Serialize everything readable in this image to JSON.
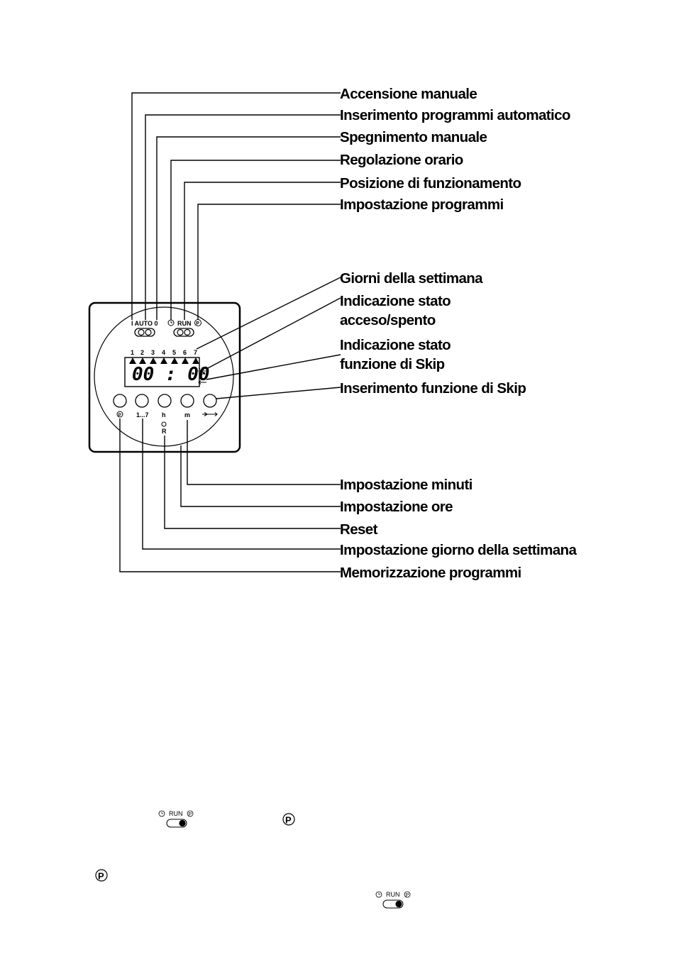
{
  "callouts_top": [
    "Accensione manuale",
    "Inserimento programmi automatico",
    "Spegnimento manuale",
    "Regolazione orario",
    "Posizione di funzionamento",
    "Impostazione programmi"
  ],
  "callouts_right": {
    "giorni": "Giorni della settimana",
    "stato_line1": "Indicazione stato",
    "stato_line2": "acceso/spento",
    "skip_line1": "Indicazione stato",
    "skip_line2": "funzione di Skip",
    "skip_insert": "Inserimento funzione di Skip"
  },
  "callouts_bottom": [
    "Impostazione minuti",
    "Impostazione ore",
    "Reset",
    "Impostazione giorno della settimana",
    "Memorizzazione programmi"
  ],
  "device": {
    "switch1_label": "I AUTO 0",
    "switch2_run": "RUN",
    "days": [
      "1",
      "2",
      "3",
      "4",
      "5",
      "6",
      "7"
    ],
    "display_time": "00 : 00",
    "btn_labels": [
      "1...7",
      "h",
      "m"
    ],
    "reset_label": "R"
  },
  "footer": {
    "run_label": "RUN"
  }
}
